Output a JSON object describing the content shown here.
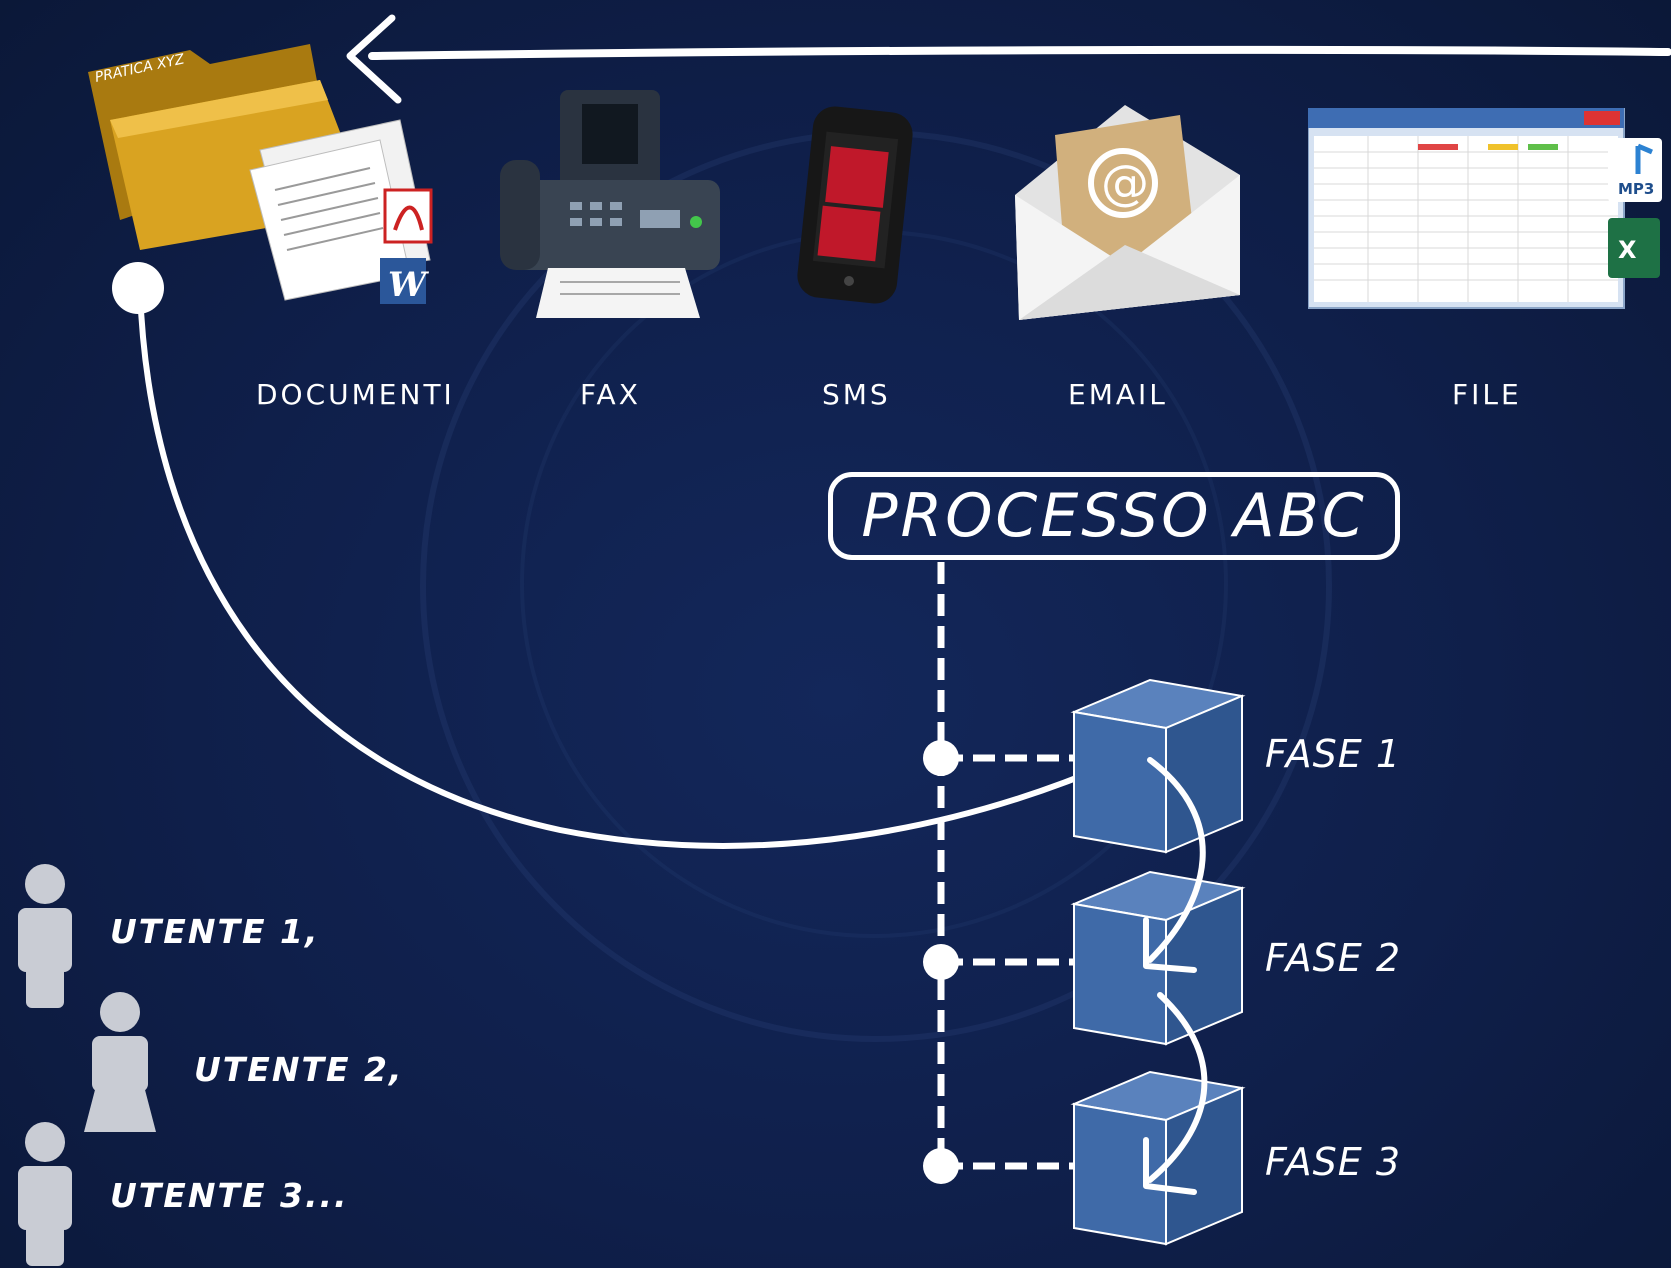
{
  "diagram": {
    "folder_tab_label": "PRATICA XYZ",
    "sources": [
      {
        "label": "DOCUMENTI",
        "icon": "documents-folder-icon"
      },
      {
        "label": "FAX",
        "icon": "fax-machine-icon"
      },
      {
        "label": "SMS",
        "icon": "mobile-phone-icon"
      },
      {
        "label": "EMAIL",
        "icon": "email-envelope-icon"
      },
      {
        "label": "FILE",
        "icon": "spreadsheet-file-icon"
      }
    ],
    "file_badges": {
      "audio": "MP3",
      "excel": "X"
    },
    "document_badges": {
      "word": "W"
    },
    "email_symbol": "@",
    "process": {
      "title": "PROCESSO ABC"
    },
    "phases": [
      {
        "label": "FASE 1"
      },
      {
        "label": "FASE 2"
      },
      {
        "label": "FASE 3"
      }
    ],
    "users": [
      {
        "label": "UTENTE 1,"
      },
      {
        "label": "UTENTE 2,"
      },
      {
        "label": "UTENTE 3..."
      }
    ],
    "colors": {
      "background": "#0f1f4a",
      "cube_face": "#3f6aa8",
      "cube_top": "#5a82bd",
      "cube_side": "#2f568f",
      "line": "#ffffff",
      "folder": "#c8961a",
      "user_figure": "#c9ccd4"
    }
  }
}
